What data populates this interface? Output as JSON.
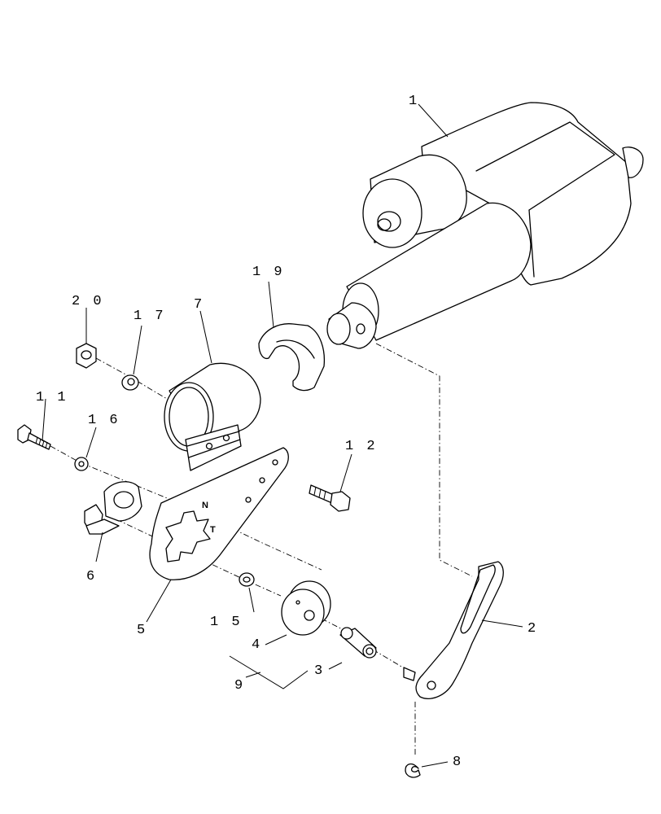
{
  "callouts": [
    {
      "id": "1",
      "text": "1"
    },
    {
      "id": "2",
      "text": "2"
    },
    {
      "id": "3",
      "text": "3"
    },
    {
      "id": "4",
      "text": "4"
    },
    {
      "id": "5",
      "text": "5"
    },
    {
      "id": "6",
      "text": "6"
    },
    {
      "id": "7",
      "text": "7"
    },
    {
      "id": "8",
      "text": "8"
    },
    {
      "id": "9",
      "text": "9"
    },
    {
      "id": "11",
      "text": "1 1"
    },
    {
      "id": "12",
      "text": "1 2"
    },
    {
      "id": "15",
      "text": "1 5"
    },
    {
      "id": "16",
      "text": "1 6"
    },
    {
      "id": "17",
      "text": "1 7"
    },
    {
      "id": "19",
      "text": "1 9"
    },
    {
      "id": "20",
      "text": "2 0"
    }
  ],
  "plate_markings": {
    "n": "N",
    "t": "T"
  }
}
